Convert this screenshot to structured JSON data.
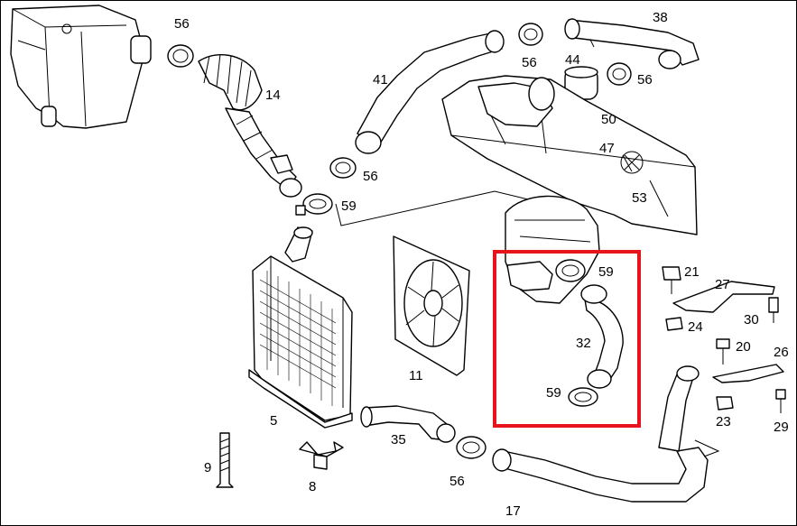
{
  "callouts": {
    "c56a": "56",
    "c14": "14",
    "c41": "41",
    "c56b": "56",
    "c38": "38",
    "c44": "44",
    "c56c": "56",
    "c50": "50",
    "c56d": "56",
    "c47": "47",
    "c53": "53",
    "c59a": "59",
    "c21": "21",
    "c27": "27",
    "c24": "24",
    "c30": "30",
    "c32": "32",
    "c20": "20",
    "c26": "26",
    "c59b": "59",
    "c11": "11",
    "c23": "23",
    "c29": "29",
    "c5": "5",
    "c35": "35",
    "c9": "9",
    "c8": "8",
    "c56e": "56",
    "c17": "17"
  },
  "colors": {
    "highlight": "#e8141c",
    "line": "#000000",
    "background": "#ffffff"
  }
}
